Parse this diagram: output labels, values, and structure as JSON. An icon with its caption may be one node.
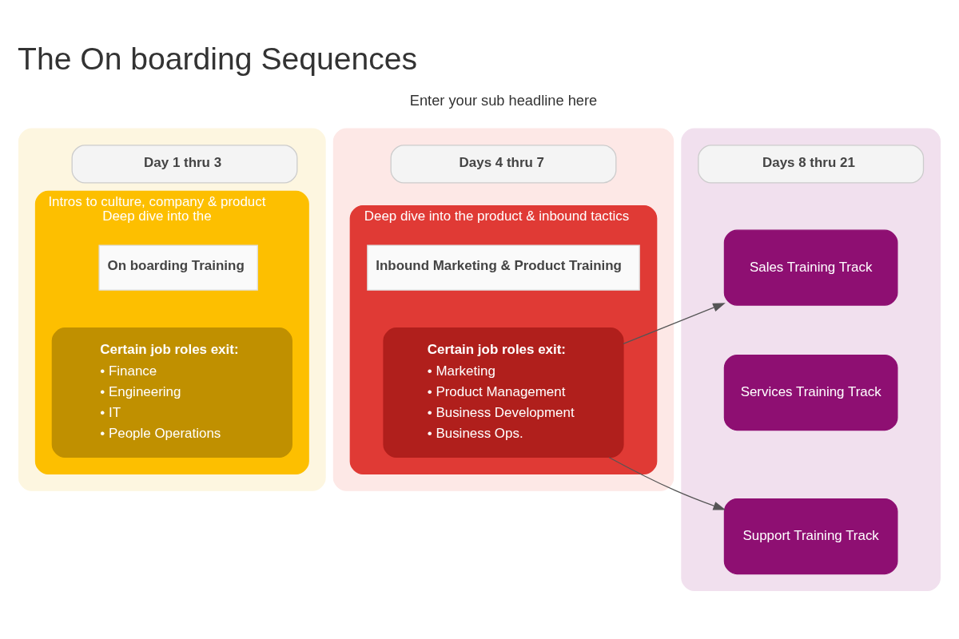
{
  "diagram": {
    "title": "The On boarding Sequences",
    "nodes": [
      {
        "text": [],
        "shape": "box"
      },
      {
        "text": [
          "Day 1 thru 3"
        ],
        "in": 0
      },
      {
        "text": [
          "Intros to culture, company & product",
          "Deep dive into the"
        ],
        "in": 0
      },
      {
        "text": [
          "On boarding Training"
        ],
        "in": 2
      },
      {
        "text": [
          "Certain job roles exit:",
          "• Finance",
          "• Engineering",
          "• IT",
          "• People Operations"
        ],
        "in": 2
      },
      {
        "text": [],
        "shape": "box"
      },
      {
        "text": [
          "Days 4 thru 7"
        ],
        "in": 5
      },
      {
        "text": [
          "Deep dive into the product & inbound tactics"
        ],
        "in": 5
      },
      {
        "text": [
          "Inbound Marketing & Product Training"
        ],
        "in": 7
      },
      {
        "text": [
          "Certain job roles exit:",
          "• Marketing",
          "• Product Management",
          "• Business Development",
          "• Business Ops."
        ],
        "in": 7
      },
      {
        "text": [],
        "shape": "box"
      },
      {
        "text": [
          "Days 8 thru 21"
        ],
        "in": 10
      },
      {
        "text": [
          "Sales Training Track"
        ],
        "in": 10
      },
      {
        "text": [
          "Services Training Track"
        ],
        "in": 10
      },
      {
        "text": [
          "Support Training Track"
        ],
        "in": 10
      }
    ],
    "edges": [
      {
        "from": 9,
        "to": 12,
        "arrow": "to"
      },
      {
        "from": 9,
        "to": 14,
        "arrow": "to"
      }
    ],
    "labels": [
      "Enter your sub headline here"
    ]
  }
}
